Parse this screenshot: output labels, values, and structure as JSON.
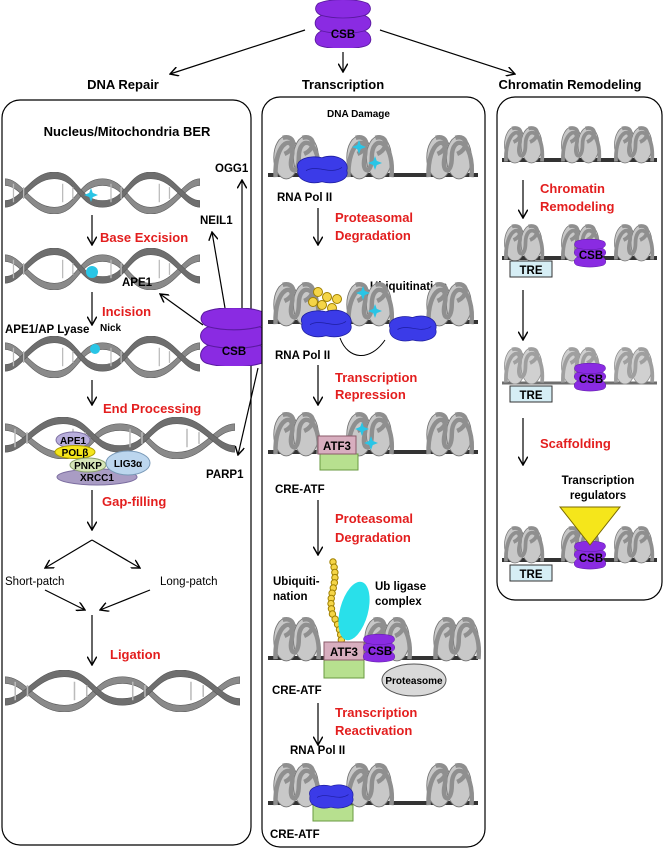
{
  "top": {
    "csb": "CSB"
  },
  "headings": {
    "dna_repair": "DNA Repair",
    "transcription": "Transcription",
    "chromatin": "Chromatin Remodeling"
  },
  "repair": {
    "title": "Nucleus/Mitochondria BER",
    "steps": [
      "Base Excision",
      "Incision",
      "End Processing",
      "Gap-filling",
      "Ligation"
    ],
    "ape1_lyase": "APE1/AP Lyase",
    "nick": "Nick",
    "csb": "CSB",
    "targets": {
      "ape1": "APE1",
      "neil1": "NEIL1",
      "ogg1": "OGG1",
      "parp1": "PARP1"
    },
    "proteins": {
      "ape1": "APE1",
      "polb": "POLβ",
      "pnkp": "PNKP",
      "lig3a": "LIG3α",
      "xrcc1": "XRCC1"
    },
    "short_patch": "Short-patch",
    "long_patch": "Long-patch"
  },
  "transcription": {
    "dna_damage": "DNA Damage",
    "rna_pol_ii": "RNA Pol II",
    "step1": [
      "Proteasomal",
      "Degradation"
    ],
    "ubiquitination": "Ubiquitination",
    "step2": [
      "Transcription",
      "Repression"
    ],
    "atf3": "ATF3",
    "cre_atf": "CRE-ATF",
    "step3": [
      "Proteasomal",
      "Degradation"
    ],
    "ubiquitination2": [
      "Ubiquiti-",
      "nation"
    ],
    "ub_ligase": [
      "Ub ligase",
      "complex"
    ],
    "csb": "CSB",
    "proteasome": "Proteasome",
    "step4": [
      "Transcription",
      "Reactivation"
    ]
  },
  "chromatin": {
    "step1": [
      "Chromatin",
      "Remodeling"
    ],
    "csb": "CSB",
    "tre": "TRE",
    "step2": "Scaffolding",
    "regulators": [
      "Transcription",
      "regulators"
    ]
  },
  "colors": {
    "csb": "#8a2be2",
    "pol_ii": "#3b3be8",
    "damage": "#29c5e6",
    "step_text": "#e31e1e",
    "atf3": "#d8aebf",
    "cre": "#b7e08f",
    "tre": "#d6eef5"
  }
}
